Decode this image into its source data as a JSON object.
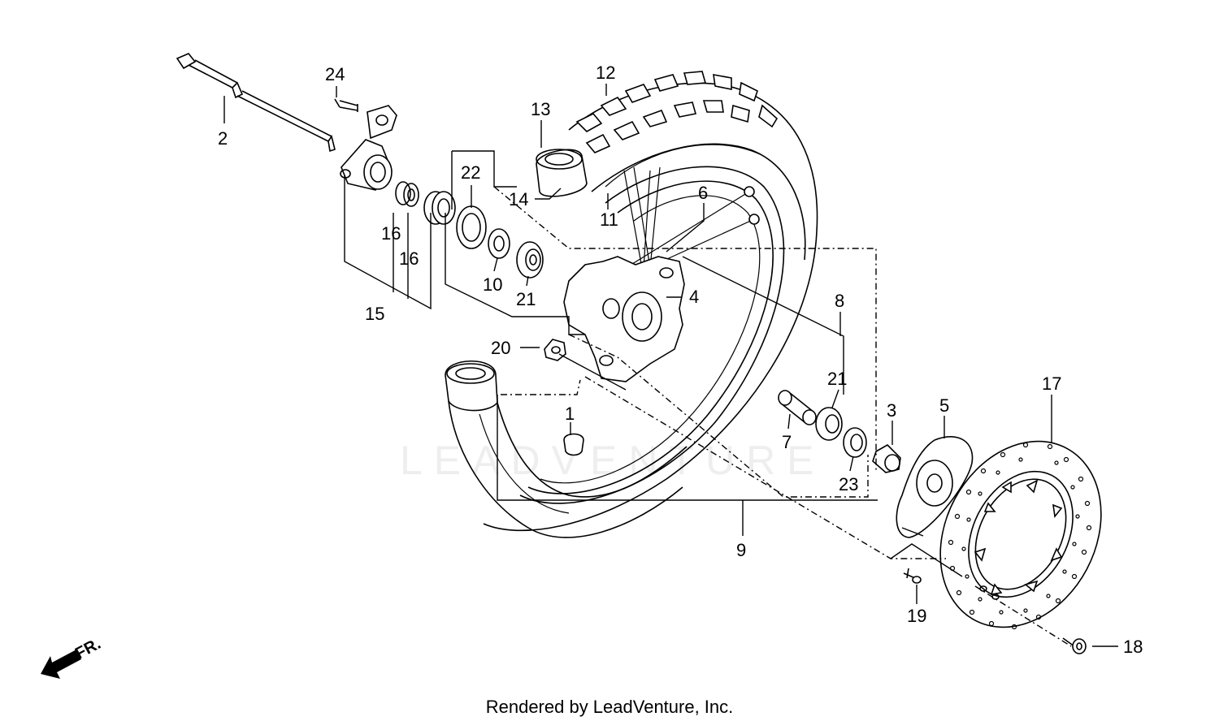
{
  "diagram": {
    "footer": "Rendered by LeadVenture, Inc.",
    "watermark": "LEADVENTURE",
    "direction_label": "FR.",
    "parts": [
      "1",
      "2",
      "3",
      "4",
      "5",
      "6",
      "7",
      "8",
      "9",
      "10",
      "11",
      "12",
      "13",
      "14",
      "15",
      "16",
      "16",
      "17",
      "18",
      "19",
      "20",
      "21",
      "21",
      "22",
      "23",
      "24"
    ]
  }
}
